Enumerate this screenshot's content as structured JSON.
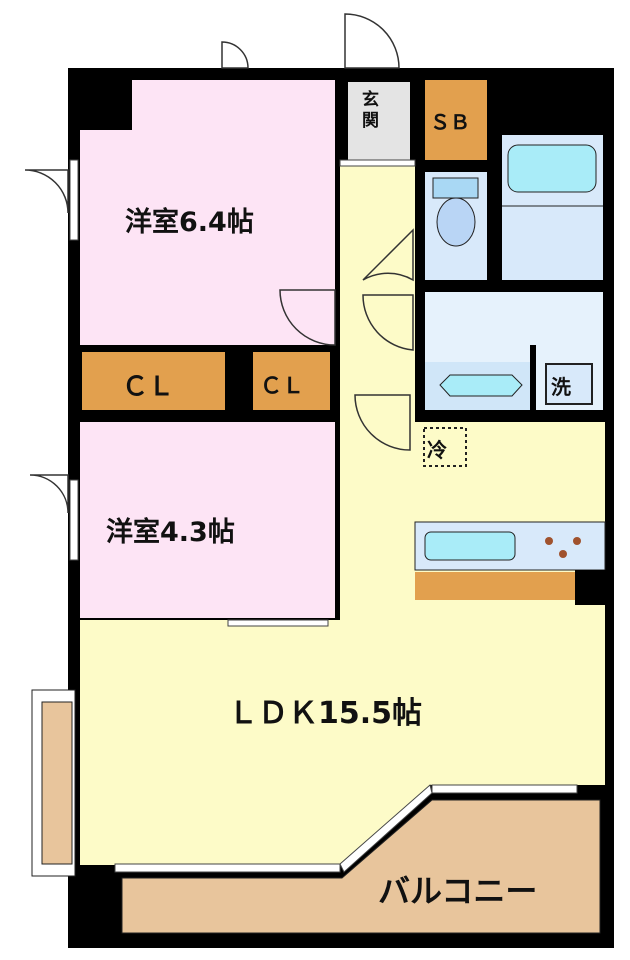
{
  "rooms": {
    "western_room_1": "洋室6.4帖",
    "western_room_2": "洋室4.3帖",
    "ldk": "ＬＤＫ15.5帖",
    "closet_1": "ＣＬ",
    "closet_2": "ＣＬ",
    "entrance": "玄関",
    "shoe_box": "ＳＢ",
    "washer": "洗",
    "fridge": "冷",
    "balcony": "バルコニー"
  },
  "colors": {
    "wall": "#000000",
    "western_room": "#fde4f5",
    "ldk": "#fdfbc8",
    "storage": "#e2a04e",
    "entrance": "#e4e4e4",
    "wet_area": "#d8e9fa",
    "fixture": "#a9ecf8",
    "balcony": "#e8c59c"
  }
}
